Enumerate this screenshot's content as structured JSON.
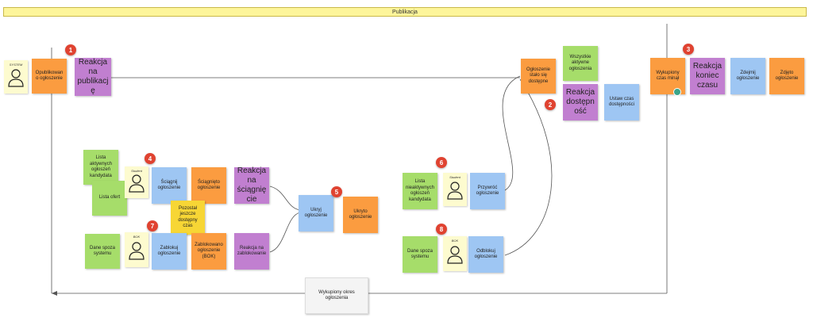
{
  "banner": {
    "title": "Publikacja"
  },
  "actors": {
    "system_top": "SYSTEM",
    "student_1": "Student",
    "bok": "BOK",
    "student_2": "Student",
    "bok_2": "BOK"
  },
  "badges": [
    "1",
    "2",
    "3",
    "4",
    "5",
    "6",
    "7",
    "8"
  ],
  "notes": {
    "opublikowano": "Opublikowan o ogłoszenie",
    "reakcja_publikacje": "Reakcja na publikację",
    "ogloszenie_dostepne": "Ogłoszenie stało się dostępne",
    "wszystkie_aktywne": "Wszystkie aktywne ogłoszenia",
    "reakcja_dostepnosc": "Reakcja dostępność",
    "ustaw_czas": "Ustaw czas dostępności",
    "wykupiony_czas": "Wykupiony czas minął",
    "reakcja_koniec": "Reakcja koniec czasu",
    "zdejmij": "Zdejmij ogłoszenie",
    "zdjeto": "Zdjęto ogłoszenie",
    "lista_aktywnych": "Lista aktywnych ogłoszeń kandydata",
    "lista_ofert": "Lista ofert",
    "sciagnij": "Ściągnij ogłoszenie",
    "sciagnieto": "Ściągnięto ogłoszenie",
    "reakcja_sciagniecie": "Reakcja na ściągnięcie",
    "pozostal_czas": "Pozostał jeszcze dostępny czas",
    "dane_spoza_1": "Dane spoza systemu",
    "zablokuj": "Zablokuj ogłoszenie",
    "zablokowano": "Zablokowano ogłoszenie (BOK)",
    "reakcja_zablokowanie": "Reakcja na zablokowanie",
    "ukryj": "Ukryj ogłoszenie",
    "ukryto": "Ukryto ogłoszenie",
    "lista_nieaktywnych": "Lista nieaktywnych ogłoszeń kandydata",
    "przywroc": "Przywróć ogłoszenie",
    "dane_spoza_2": "Dane spoza systemu",
    "odblokuj": "Odblokuj ogłoszenie",
    "wykupiony_okres": "Wykupiony okres ogłoszenia"
  },
  "colors": {
    "event": "#fb9c40",
    "policy": "#c17fd0",
    "command": "#9ec6f3",
    "read_model": "#a6dd6a",
    "hotspot": "#f7d635",
    "actor": "#fcfbcf",
    "badge": "#e04331"
  }
}
